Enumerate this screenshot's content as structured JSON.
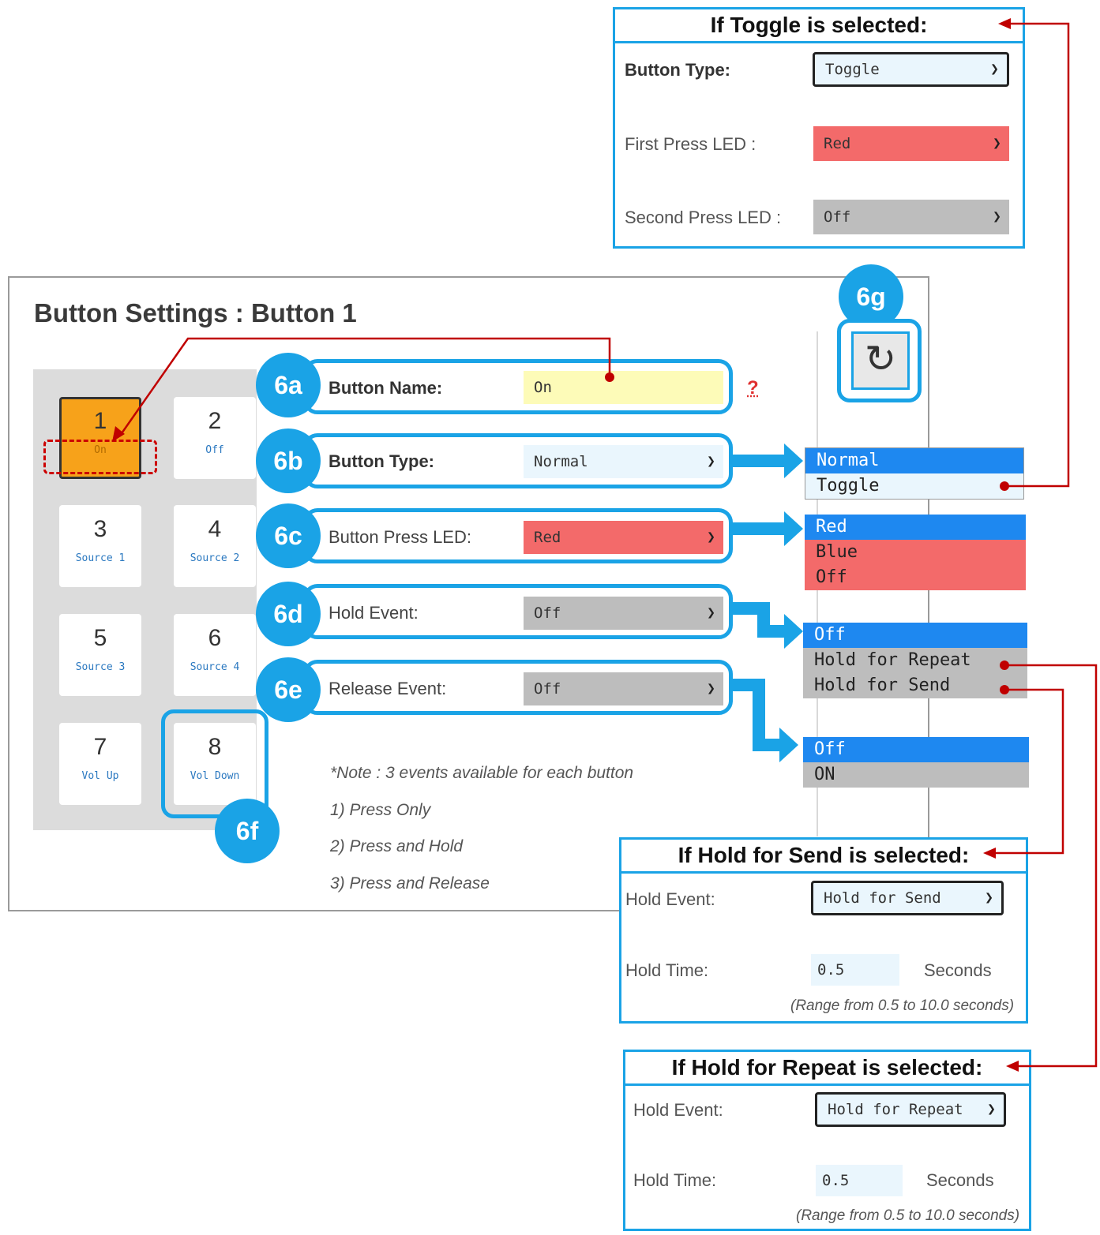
{
  "panel": {
    "title": "Button Settings : Button 1"
  },
  "keypad": [
    {
      "num": "1",
      "label": "On"
    },
    {
      "num": "2",
      "label": "Off"
    },
    {
      "num": "3",
      "label": "Source 1"
    },
    {
      "num": "4",
      "label": "Source 2"
    },
    {
      "num": "5",
      "label": "Source 3"
    },
    {
      "num": "6",
      "label": "Source 4"
    },
    {
      "num": "7",
      "label": "Vol Up"
    },
    {
      "num": "8",
      "label": "Vol Down"
    }
  ],
  "badges": {
    "a": "6a",
    "b": "6b",
    "c": "6c",
    "d": "6d",
    "e": "6e",
    "f": "6f",
    "g": "6g"
  },
  "settings": {
    "name_label": "Button Name:",
    "name_value": "On",
    "help": "?",
    "type_label": "Button Type:",
    "type_value": "Normal",
    "led_label": "Button Press LED:",
    "led_value": "Red",
    "hold_label": "Hold Event:",
    "hold_value": "Off",
    "release_label": "Release Event:",
    "release_value": "Off"
  },
  "dropdowns": {
    "type_options": [
      "Normal",
      "Toggle"
    ],
    "led_options": [
      "Red",
      "Blue",
      "Off"
    ],
    "hold_options": [
      "Off",
      "Hold for Repeat",
      "Hold for Send"
    ],
    "release_options": [
      "Off",
      "ON"
    ]
  },
  "notes": {
    "title": "*Note : 3 events available for each button",
    "items": [
      "1) Press Only",
      "2) Press and Hold",
      "3) Press and Release"
    ]
  },
  "refresh_icon": "refresh-icon",
  "toggle_box": {
    "title": "If Toggle is selected:",
    "type_label": "Button Type:",
    "type_value": "Toggle",
    "first_label": "First Press LED :",
    "first_value": "Red",
    "second_label": "Second Press LED :",
    "second_value": "Off"
  },
  "send_box": {
    "title": "If Hold for Send is selected:",
    "event_label": "Hold Event:",
    "event_value": "Hold for Send",
    "time_label": "Hold Time:",
    "time_value": "0.5",
    "unit": "Seconds",
    "range": "(Range from 0.5 to 10.0 seconds)"
  },
  "repeat_box": {
    "title": "If Hold for Repeat is selected:",
    "event_label": "Hold Event:",
    "event_value": "Hold for Repeat",
    "time_label": "Hold Time:",
    "time_value": "0.5",
    "unit": "Seconds",
    "range": "(Range from 0.5 to 10.0 seconds)"
  },
  "colors": {
    "accent": "#1aa3e6",
    "red_field": "#f36a6a",
    "gray_field": "#bdbdbd",
    "name_field": "#fdfbb8",
    "active_key": "#f7a21a",
    "connector": "#c00000",
    "dropdown_selected": "#1e88f0"
  }
}
